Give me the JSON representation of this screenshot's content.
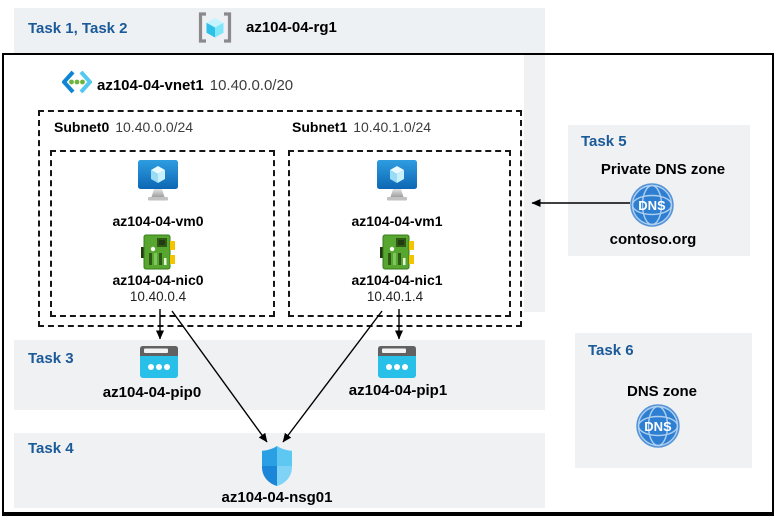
{
  "colors": {
    "top_band_bg": "#eef1f4",
    "panel_bg": "#f0f1f2",
    "task_label": "#1b5a99",
    "muted_text": "#3d3d3d",
    "line": "#000000"
  },
  "header": {
    "tasks": "Task 1, Task 2",
    "resource_group": "az104-04-rg1"
  },
  "vnet": {
    "name": "az104-04-vnet1",
    "cidr": "10.40.0.0/20"
  },
  "subnets": [
    {
      "name": "Subnet0",
      "cidr": "10.40.0.0/24",
      "vm": "az104-04-vm0",
      "nic": "az104-04-nic0",
      "nic_ip": "10.40.0.4"
    },
    {
      "name": "Subnet1",
      "cidr": "10.40.1.0/24",
      "vm": "az104-04-vm1",
      "nic": "az104-04-nic1",
      "nic_ip": "10.40.1.4"
    }
  ],
  "task3": {
    "label": "Task 3",
    "pips": [
      "az104-04-pip0",
      "az104-04-pip1"
    ]
  },
  "task4": {
    "label": "Task 4",
    "nsg": "az104-04-nsg01"
  },
  "task5": {
    "label": "Task 5",
    "title": "Private DNS zone",
    "zone_name": "contoso.org",
    "icon_text": "DNS"
  },
  "task6": {
    "label": "Task 6",
    "title": "DNS zone",
    "icon_text": "DNS"
  }
}
